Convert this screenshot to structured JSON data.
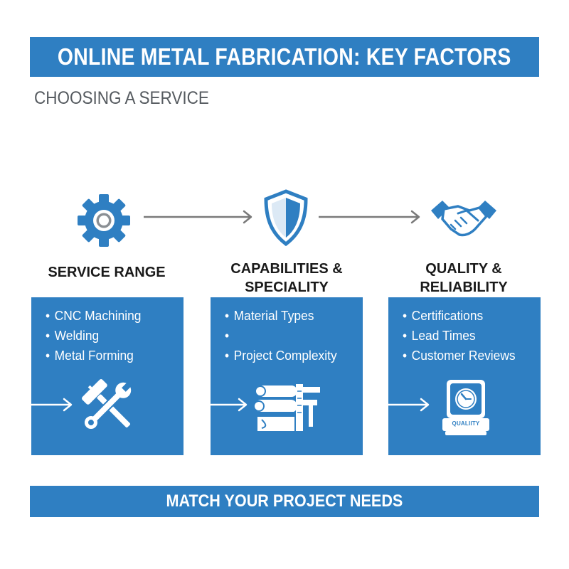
{
  "header": {
    "title": "ONLINE METAL FABRICATION: KEY FACTORS",
    "subtitle": "CHOOSING A SERVICE"
  },
  "columns": [
    {
      "id": "service-range",
      "icon": "gear-icon",
      "heading_lines": [
        "SERVICE RANGE"
      ],
      "items": [
        "CNC Machining",
        "Welding",
        "Metal Forming"
      ],
      "illustration": "hammer-wrench-icon"
    },
    {
      "id": "capabilities",
      "icon": "shield-icon",
      "heading_lines": [
        "CAPABILITIES &",
        "SPECIALITY"
      ],
      "items": [
        "Material Types",
        "",
        "Project Complexity"
      ],
      "illustration": "blueprint-caliper-icon"
    },
    {
      "id": "quality",
      "icon": "handshake-icon",
      "heading_lines": [
        "QUALITY &",
        "RELIABILITY"
      ],
      "items": [
        "Certifications",
        "Lead Times",
        "Customer Reviews"
      ],
      "illustration": "quality-gauge-icon",
      "illustration_label": "QUALIITY"
    }
  ],
  "footer": {
    "label": "MATCH YOUR PROJECT NEEDS"
  },
  "colors": {
    "accent": "#2f7fc2",
    "arrow": "#7a7a7a",
    "heading": "#1a1a1a",
    "subtitle": "#555a5f"
  }
}
